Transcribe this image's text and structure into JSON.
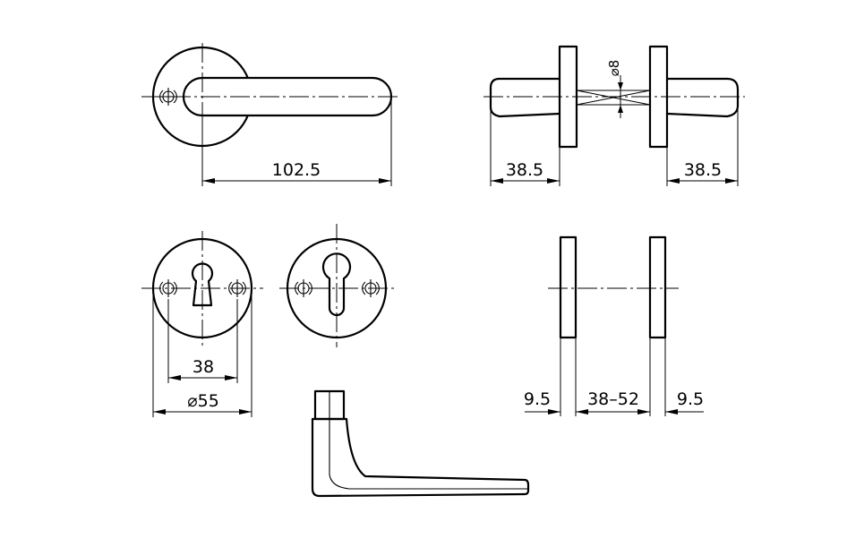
{
  "dimensions": {
    "lever_length": "102.5",
    "rose_projection_left": "38.5",
    "rose_projection_right": "38.5",
    "spindle_square": "⌀8",
    "screw_spacing": "38",
    "rose_diameter": "⌀55",
    "rose_thickness_left": "9.5",
    "door_thickness_range": "38–52",
    "rose_thickness_right": "9.5"
  },
  "colors": {
    "line": "#000000",
    "background": "#ffffff"
  }
}
